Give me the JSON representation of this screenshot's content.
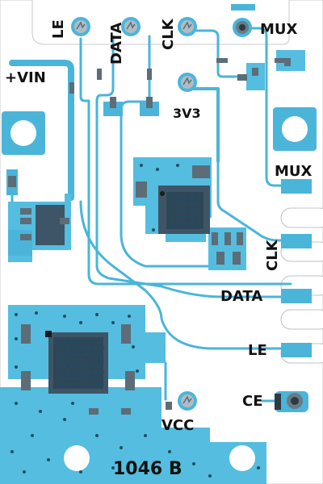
{
  "board": {
    "title": "PCB layout render",
    "copper_color": "#4ab5d9",
    "pour_color": "#55bde0",
    "silk_color": "#111111",
    "substrate_color": "#ffffff",
    "via_color": "#1f4e66"
  },
  "labels": {
    "le_top": "LE",
    "data_top": "DATA",
    "clk_top": "CLK",
    "mux_top": "MUX",
    "vin": "+VIN",
    "v3v3": "3V3",
    "mux_right": "MUX",
    "clk_right": "CLK",
    "data_right": "DATA",
    "le_right": "LE",
    "ce_right": "CE",
    "vcc": "VCC",
    "part_number": "1046 B"
  },
  "icons": {
    "test_point": "screw-terminal-icon",
    "mount_hole": "mounting-hole-icon"
  }
}
